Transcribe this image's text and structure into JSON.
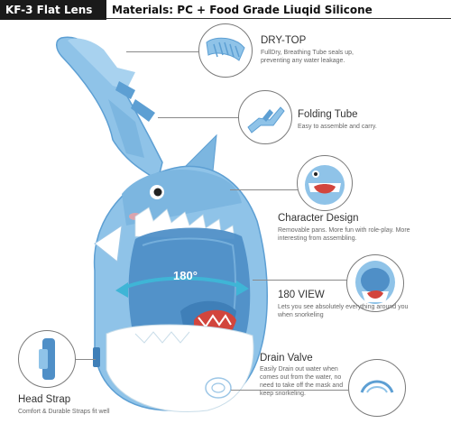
{
  "header": {
    "model": "KF-3  Flat Lens",
    "materials": "Materials: PC + Food Grade Liuqid Silicone"
  },
  "product": {
    "angle_label": "180°"
  },
  "features": [
    {
      "title": "DRY-TOP",
      "desc": "FullDry, Breathing Tube seals up, preventing any water leakage.",
      "icon": "dry-top-valve"
    },
    {
      "title": "Folding Tube",
      "desc": "Easy to assemble and carry.",
      "icon": "folding-tube"
    },
    {
      "title": "Character Design",
      "desc": "Removable pans. More fun with role-play. More interesting from assembling.",
      "icon": "shark-mask"
    },
    {
      "title": "180 VIEW",
      "desc": "Lets you see absolutely everything around you when snorkeling",
      "icon": "mask-front"
    },
    {
      "title": "Drain Valve",
      "desc": "Easily Drain out water when comes out from the water, no need to take off the mask and keep snorkeling.",
      "icon": "drain-valve"
    },
    {
      "title": "Head Strap",
      "desc": "Comfort & Durable Straps fit well",
      "icon": "head-strap"
    }
  ],
  "colors": {
    "header_bg": "#1a1a1a",
    "mask_blue": "#8fc3e8",
    "mask_blue_dark": "#5d9fd3",
    "lens_blue": "#4f8fc7",
    "mouth_red": "#d2453d",
    "arrow_teal": "#3fb5d6"
  }
}
